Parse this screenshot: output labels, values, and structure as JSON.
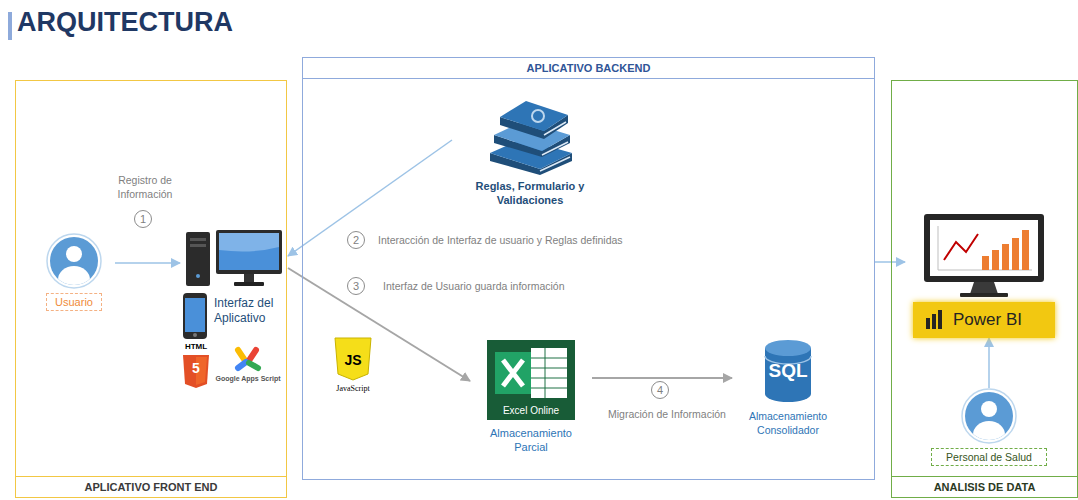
{
  "diagram": {
    "title": "ARQUITECTURA",
    "nodes": [
      {
        "text": [
          "APLICATIVO FRONT END"
        ]
      },
      {
        "text": [
          "Usuario"
        ],
        "in": 0
      },
      {
        "text": [
          "Interfaz del Aplicativo"
        ],
        "in": 0
      },
      {
        "text": [
          "APLICATIVO BACKEND"
        ]
      },
      {
        "text": [
          "Reglas, Formulario y Validaciones"
        ],
        "in": 3
      },
      {
        "text": [
          "Excel Online",
          "Almacenamiento Parcial"
        ],
        "in": 3
      },
      {
        "text": [
          "SQL",
          "Almacenamiento Consolidador"
        ],
        "in": 3
      },
      {
        "text": [
          "ANALISIS DE DATA"
        ]
      },
      {
        "text": [
          "Power BI"
        ],
        "in": 7
      },
      {
        "text": [
          "Personal de Salud"
        ],
        "in": 7
      }
    ],
    "edges": [
      {
        "from": 1,
        "to": 2,
        "arrow": "to",
        "label": "Registro de Información"
      },
      {
        "from": 4,
        "to": 2,
        "arrow": "to",
        "label": "Interacción de Interfaz de usuario y Reglas definidas"
      },
      {
        "from": 2,
        "to": 5,
        "arrow": "to",
        "label": "Interfaz de Usuario guarda información"
      },
      {
        "from": 5,
        "to": 6,
        "arrow": "to",
        "label": "Migración de Información"
      },
      {
        "from": 3,
        "to": 8,
        "arrow": "to"
      },
      {
        "from": 9,
        "to": 8,
        "arrow": "to"
      }
    ],
    "labels": [
      "1",
      "2",
      "3",
      "4",
      "HTML",
      "5",
      "Google Apps Script",
      "JS",
      "JavaScript"
    ]
  }
}
